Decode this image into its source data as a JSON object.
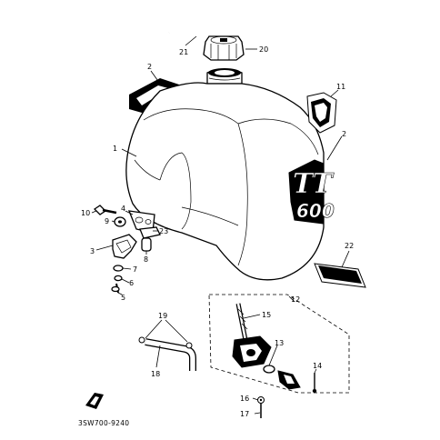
{
  "diagram": {
    "code": "3SW700-9240",
    "decal_text": "TT 600",
    "callouts": {
      "c1": "1",
      "c2a": "2",
      "c2b": "2",
      "c3": "3",
      "c4": "4",
      "c5": "5",
      "c6": "6",
      "c7": "7",
      "c8": "8",
      "c9": "9",
      "c10": "10",
      "c11": "11",
      "c12": "12",
      "c13": "13",
      "c14": "14",
      "c15": "15",
      "c16": "16",
      "c17": "17",
      "c18": "18",
      "c19": "19",
      "c20": "20",
      "c21": "21",
      "c22": "22",
      "c23": "23"
    }
  }
}
